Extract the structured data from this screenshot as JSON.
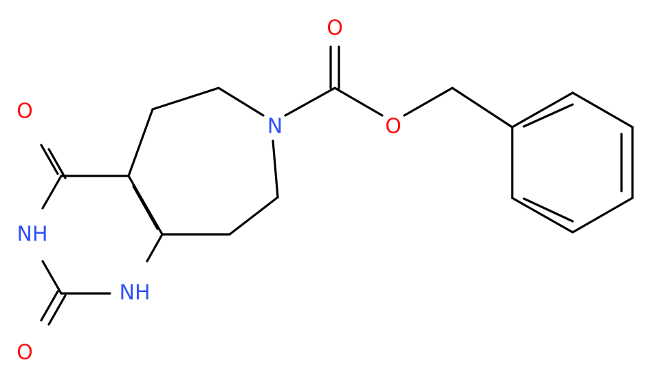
{
  "molecule": {
    "atoms": {
      "o_ketone": "O",
      "nh_3": "NH",
      "o_urea": "O",
      "nh_1": "NH",
      "n_ring": "N",
      "o_carbonyl": "O",
      "o_ester": "O"
    }
  },
  "colors": {
    "oxygen": "#ff0d0d",
    "nitrogen": "#3050f8",
    "bond": "#000000",
    "background": "#ffffff"
  }
}
